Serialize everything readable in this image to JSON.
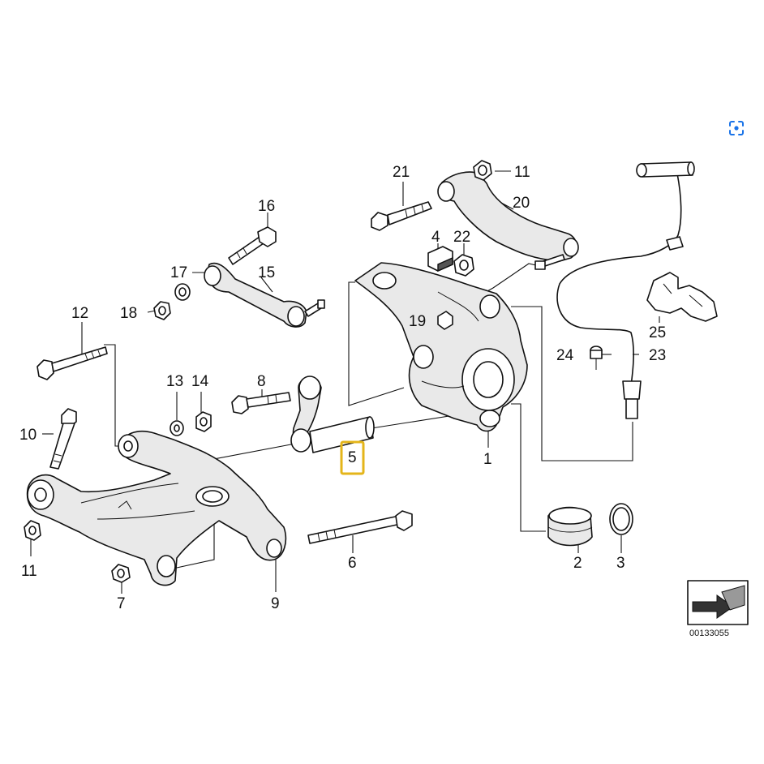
{
  "callouts": [
    {
      "key": "p1",
      "text": "1"
    },
    {
      "key": "p2",
      "text": "2"
    },
    {
      "key": "p3",
      "text": "3"
    },
    {
      "key": "p4",
      "text": "4"
    },
    {
      "key": "p5",
      "text": "5"
    },
    {
      "key": "p6",
      "text": "6"
    },
    {
      "key": "p7",
      "text": "7"
    },
    {
      "key": "p8",
      "text": "8"
    },
    {
      "key": "p9",
      "text": "9"
    },
    {
      "key": "p10",
      "text": "10"
    },
    {
      "key": "p11a",
      "text": "11"
    },
    {
      "key": "p11b",
      "text": "11"
    },
    {
      "key": "p12",
      "text": "12"
    },
    {
      "key": "p13",
      "text": "13"
    },
    {
      "key": "p14",
      "text": "14"
    },
    {
      "key": "p15",
      "text": "15"
    },
    {
      "key": "p16",
      "text": "16"
    },
    {
      "key": "p17",
      "text": "17"
    },
    {
      "key": "p18",
      "text": "18"
    },
    {
      "key": "p19",
      "text": "19"
    },
    {
      "key": "p20",
      "text": "20"
    },
    {
      "key": "p21",
      "text": "21"
    },
    {
      "key": "p22",
      "text": "22"
    },
    {
      "key": "p23",
      "text": "23"
    },
    {
      "key": "p24",
      "text": "24"
    },
    {
      "key": "p25",
      "text": "25"
    }
  ],
  "highlighted_callout": "5",
  "highlight_color": "#e4b51a",
  "diagram_reference": "00133055",
  "icons": {
    "lens": "visual-search-icon",
    "lens_color": "#1a73e8"
  }
}
